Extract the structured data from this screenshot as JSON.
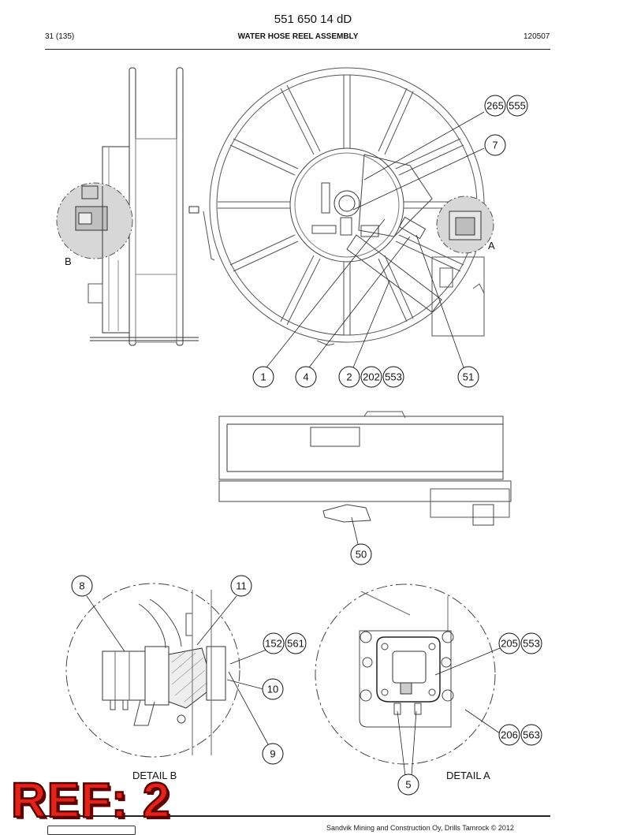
{
  "header": {
    "doc_number": "551 650 14 dD",
    "page": "31 (135)",
    "title": "WATER HOSE REEL ASSEMBLY",
    "date_code": "120507"
  },
  "view_letters": {
    "a": "A",
    "b": "B"
  },
  "callouts": {
    "c265": "265",
    "c555": "555",
    "c7": "7",
    "c1": "1",
    "c4": "4",
    "c2": "2",
    "c202": "202",
    "c553": "553",
    "c51": "51",
    "c50": "50",
    "c8": "8",
    "c11": "11",
    "c152": "152",
    "c561": "561",
    "c10": "10",
    "c9": "9",
    "c205": "205",
    "c553b": "553",
    "c206": "206",
    "c563": "563",
    "c5": "5"
  },
  "details": {
    "b": "DETAIL  B",
    "a": "DETAIL  A"
  },
  "footer": {
    "text": "Sandvik Mining and Construction Oy, Drills Tamrock © 2012"
  },
  "stamp": {
    "text": "REF: 2"
  }
}
